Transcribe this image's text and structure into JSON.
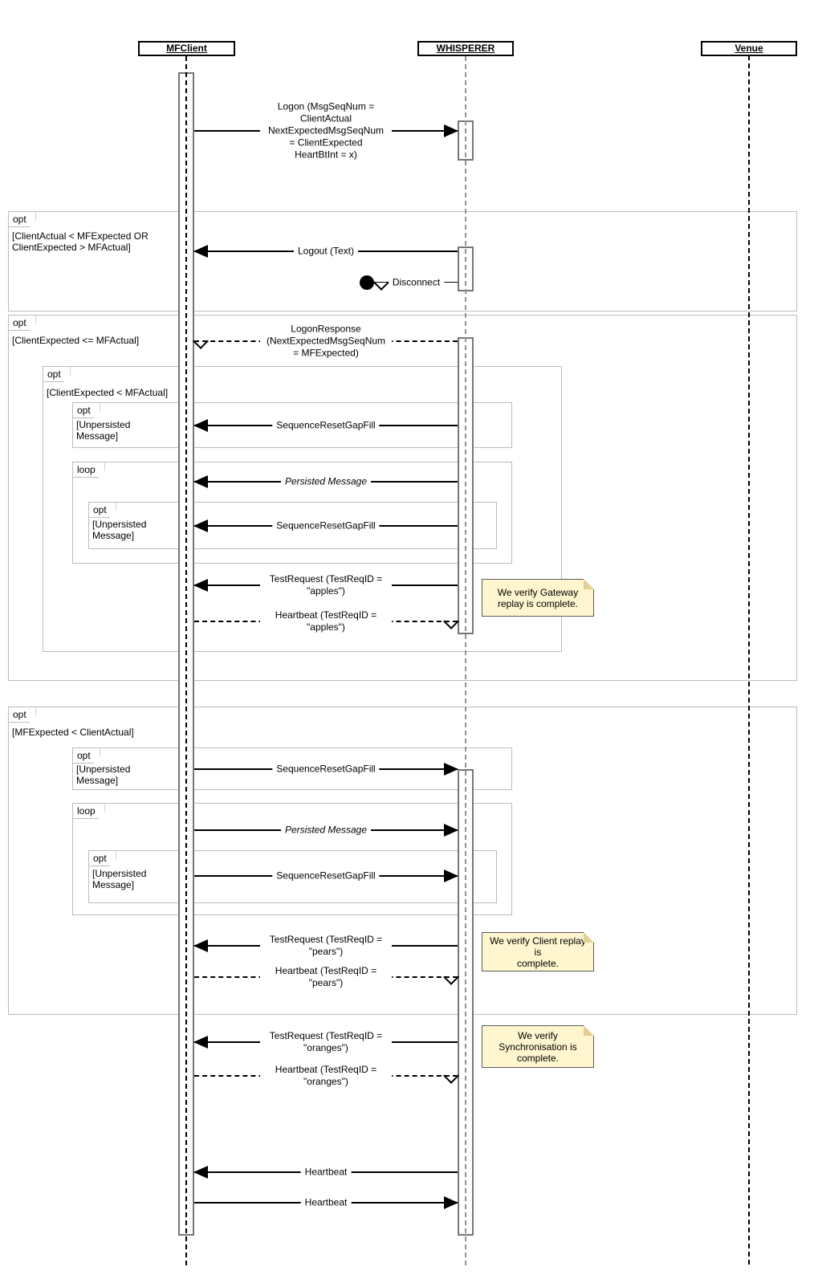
{
  "participants": [
    {
      "name": "MFClient"
    },
    {
      "name": "WHISPERER"
    },
    {
      "name": "Venue"
    }
  ],
  "fragments": {
    "f1": {
      "operator": "opt",
      "guard": "[ClientActual < MFExpected OR\nClientExpected > MFActual]"
    },
    "f2": {
      "operator": "opt",
      "guard": "[ClientExpected <= MFActual]"
    },
    "f2a": {
      "operator": "opt",
      "guard": "[ClientExpected < MFActual]"
    },
    "f2a1": {
      "operator": "opt",
      "guard": "[Unpersisted\nMessage]"
    },
    "f2a2": {
      "operator": "loop",
      "guard": ""
    },
    "f2a2a": {
      "operator": "opt",
      "guard": "[Unpersisted\nMessage]"
    },
    "f3": {
      "operator": "opt",
      "guard": "[MFExpected < ClientActual]"
    },
    "f3a": {
      "operator": "opt",
      "guard": "[Unpersisted\n Message]"
    },
    "f3b": {
      "operator": "loop",
      "guard": ""
    },
    "f3b1": {
      "operator": "opt",
      "guard": "[Unpersisted\n Message]"
    }
  },
  "messages": {
    "logon": {
      "label": "Logon (MsgSeqNum = ClientActual\nNextExpectedMsgSeqNum = ClientExpected\nHeartBtInt = x)"
    },
    "logout": {
      "label": "Logout (Text)"
    },
    "disconnect": {
      "label": "Disconnect"
    },
    "logon_response": {
      "label": "LogonResponse\n(NextExpectedMsgSeqNum = MFExpected)"
    },
    "srgf1": {
      "label": "SequenceResetGapFill"
    },
    "persisted1": {
      "label": "Persisted Message"
    },
    "srgf2": {
      "label": "SequenceResetGapFill"
    },
    "testreq_apples": {
      "label": "TestRequest (TestReqID = \"apples\")"
    },
    "hb_apples": {
      "label": "Heartbeat (TestReqID = \"apples\")"
    },
    "srgf3": {
      "label": "SequenceResetGapFill"
    },
    "persisted2": {
      "label": "Persisted Message"
    },
    "srgf4": {
      "label": "SequenceResetGapFill"
    },
    "testreq_pears": {
      "label": "TestRequest (TestReqID = \"pears\")"
    },
    "hb_pears": {
      "label": "Heartbeat (TestReqID = \"pears\")"
    },
    "testreq_oranges": {
      "label": "TestRequest (TestReqID = \"oranges\")"
    },
    "hb_oranges": {
      "label": "Heartbeat (TestReqID = \"oranges\")"
    },
    "hb_to_client": {
      "label": "Heartbeat"
    },
    "hb_to_whisperer": {
      "label": "Heartbeat"
    }
  },
  "notes": {
    "gateway_replay": {
      "text": "We verify Gateway\nreplay is complete."
    },
    "client_replay": {
      "text": "We verify Client replay is\ncomplete."
    },
    "synchronisation": {
      "text": "We verify\nSynchronisation is\ncomplete."
    }
  },
  "colors": {
    "note_fill": "#fff5ce",
    "fragment_border": "#bcbcbc",
    "activation_border": "#767676",
    "line": "#000000"
  }
}
